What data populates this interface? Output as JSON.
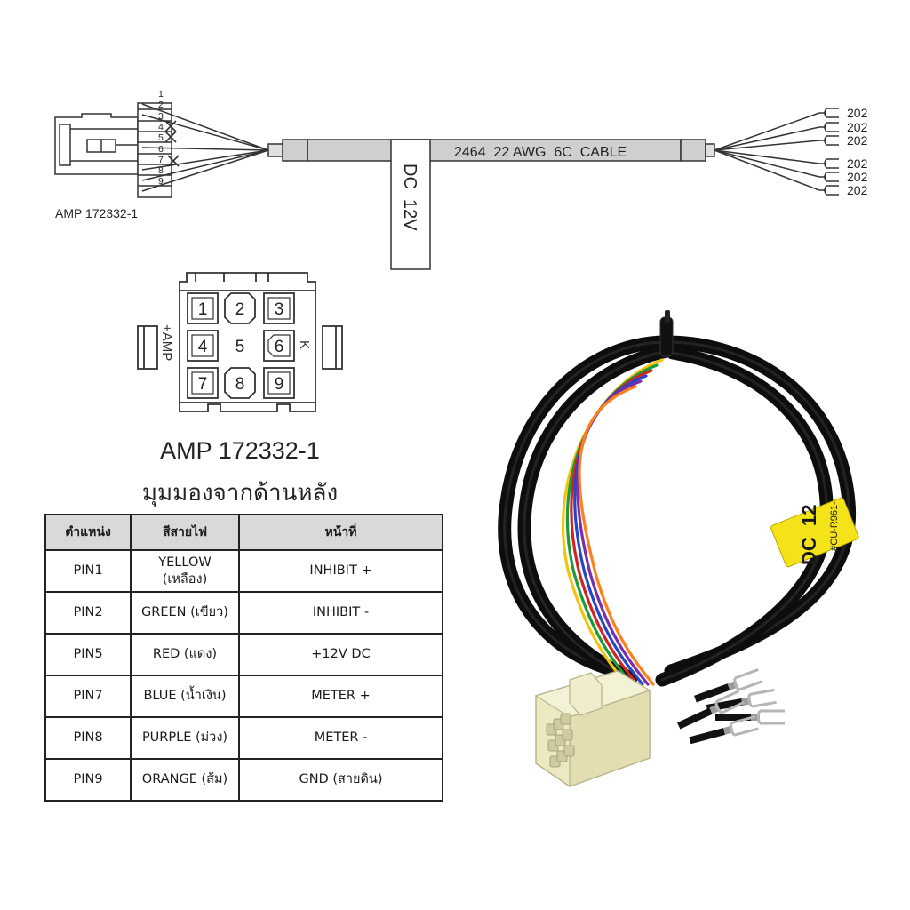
{
  "diagram": {
    "connector_label": "AMP 172332-1",
    "cable_label": "2464  22 AWG  6C  CABLE",
    "tag_label": "DC  12V",
    "pin_numbers": [
      "1",
      "2",
      "3",
      "4",
      "5",
      "6",
      "7",
      "8",
      "9"
    ],
    "terminal_labels": [
      "202",
      "202",
      "202",
      "202",
      "202",
      "202"
    ],
    "face_polarity_left": "+AMP",
    "face_polarity_right": "K"
  },
  "caption": {
    "model": "AMP 172332-1",
    "view": "มุมมองจากด้านหลัง"
  },
  "pin_table": {
    "headers": [
      "ตำแหน่ง",
      "สีสายไฟ",
      "หน้าที่"
    ],
    "rows": [
      {
        "pin": "PIN1",
        "color_line1": "YELLOW",
        "color_line2": "(เหลือง)",
        "function": "INHIBIT +"
      },
      {
        "pin": "PIN2",
        "color_line1": "GREEN (เขียว)",
        "color_line2": "",
        "function": "INHIBIT -"
      },
      {
        "pin": "PIN5",
        "color_line1": "RED (แดง)",
        "color_line2": "",
        "function": "+12V DC"
      },
      {
        "pin": "PIN7",
        "color_line1": "BLUE (น้ำเงิน)",
        "color_line2": "",
        "function": "METER +"
      },
      {
        "pin": "PIN8",
        "color_line1": "PURPLE (ม่วง)",
        "color_line2": "",
        "function": "METER -"
      },
      {
        "pin": "PIN9",
        "color_line1": "ORANGE (ส้ม)",
        "color_line2": "",
        "function": "GND (สายดิน)"
      }
    ]
  },
  "photo": {
    "tag_text": "DC  12",
    "tag_sub": "#CU-R961-",
    "wire_colors": [
      "#f2c40c",
      "#1f9a3a",
      "#d42222",
      "#2446c9",
      "#7a2fa8",
      "#ff7f1a"
    ],
    "cable_color": "#0d0d0d",
    "tag_color": "#f5e31a",
    "connector_color": "#ece9c2"
  }
}
